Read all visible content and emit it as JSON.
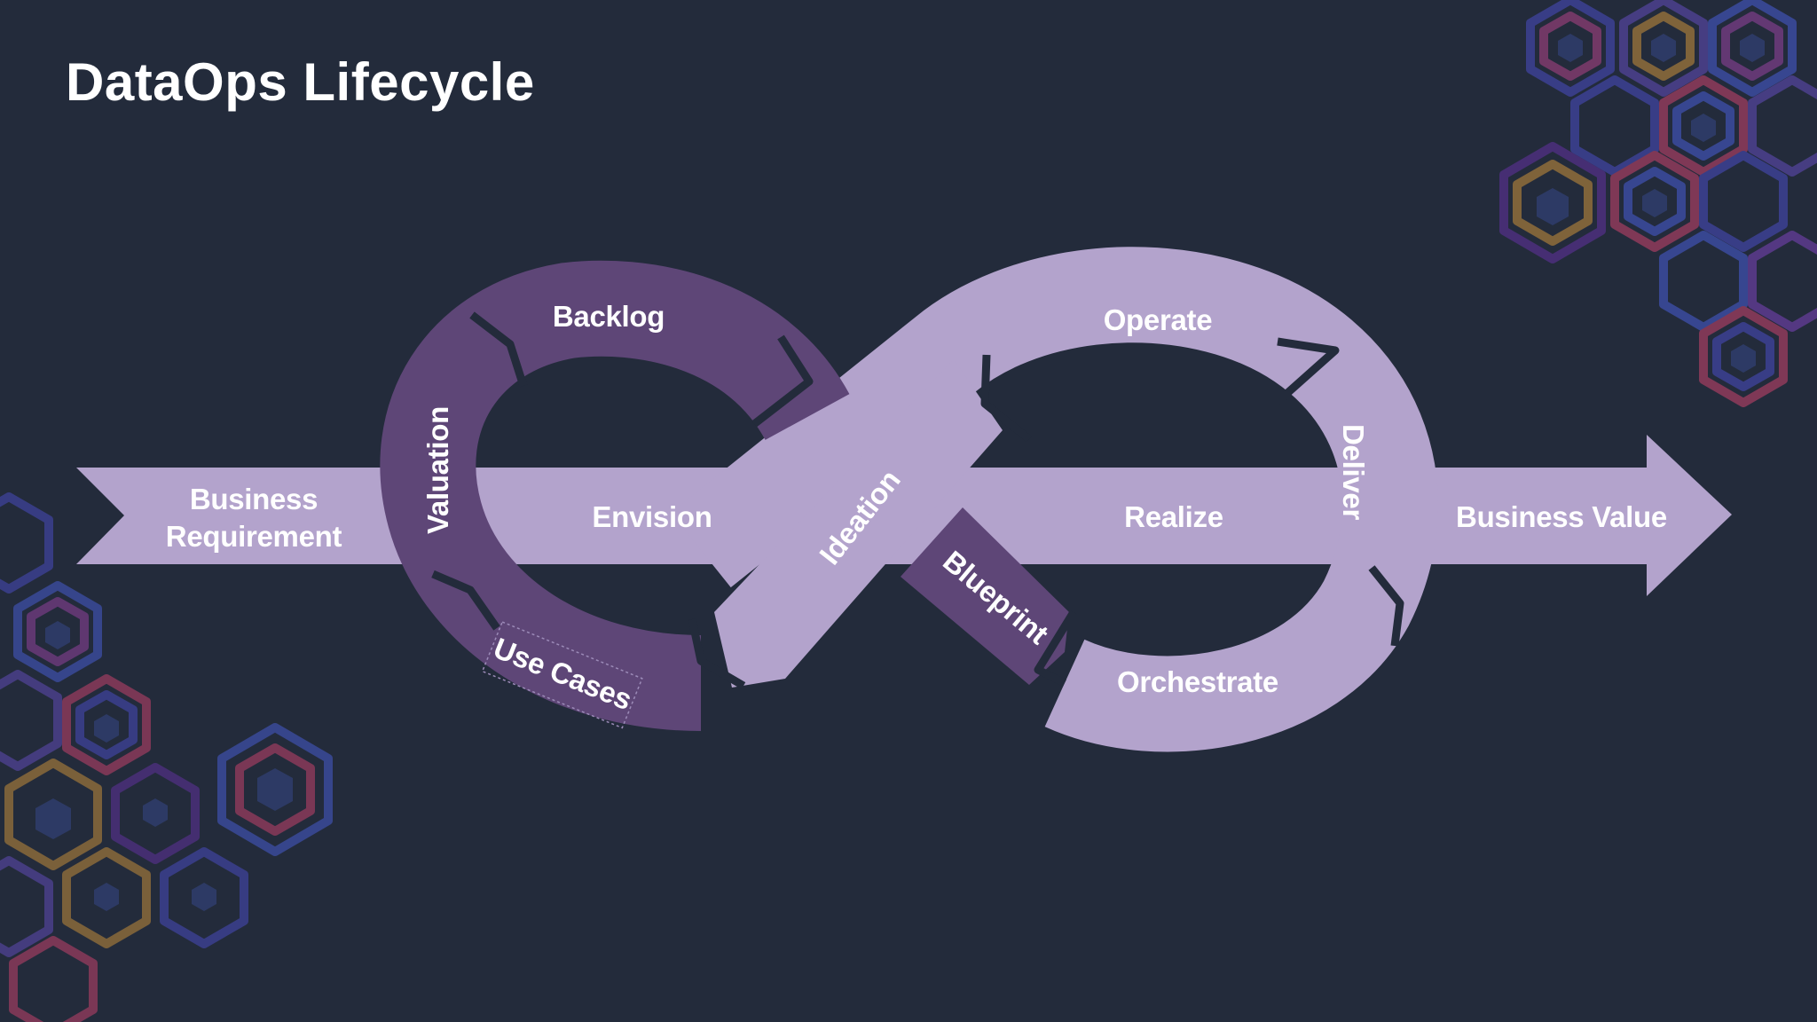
{
  "title": "DataOps Lifecycle",
  "colors": {
    "background": "#232b3b",
    "dark_purple": "#5e4677",
    "light_purple": "#b3a3cc",
    "text": "#ffffff"
  },
  "diagram": {
    "labels": {
      "business_requirement_line1": "Business",
      "business_requirement_line2": "Requirement",
      "backlog": "Backlog",
      "valuation": "Valuation",
      "use_cases": "Use Cases",
      "envision": "Envision",
      "ideation": "Ideation",
      "blueprint": "Blueprint",
      "operate": "Operate",
      "realize": "Realize",
      "deliver": "Deliver",
      "orchestrate": "Orchestrate",
      "business_value": "Business Value"
    }
  }
}
